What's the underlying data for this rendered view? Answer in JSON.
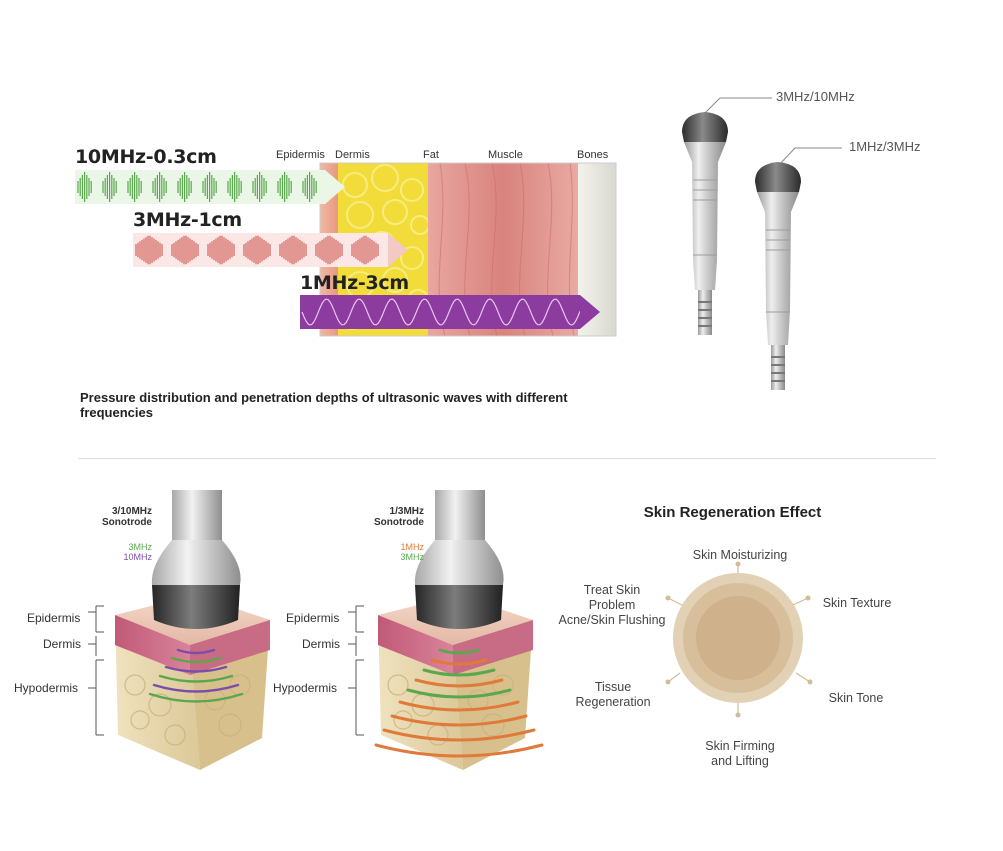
{
  "penetration": {
    "waves": [
      {
        "label": "10MHz-0.3cm",
        "color": "#5aa84e"
      },
      {
        "label": "3MHz-1cm",
        "color": "#c8463f"
      },
      {
        "label": "1MHz-3cm",
        "color": "#8c3b9e"
      }
    ],
    "layers": [
      "Epidermis",
      "Dermis",
      "Fat",
      "Muscle",
      "Bones"
    ],
    "caption": "Pressure distribution and penetration depths of ultrasonic waves with different frequencies"
  },
  "handpieces": {
    "callouts": [
      "3MHz/10MHz",
      "1MHz/3MHz"
    ]
  },
  "sonotrodes": [
    {
      "title_lines": [
        "3/10MHz",
        "Sonotrode"
      ],
      "freqs": [
        {
          "text": "3MHz",
          "color": "#5aa84e"
        },
        {
          "text": "10MHz",
          "color": "#7a4ea8"
        }
      ],
      "layers": [
        "Epidermis",
        "Dermis",
        "Hypodermis"
      ]
    },
    {
      "title_lines": [
        "1/3MHz",
        "Sonotrode"
      ],
      "freqs": [
        {
          "text": "1MHz",
          "color": "#e07a3a"
        },
        {
          "text": "3MHz",
          "color": "#5aa84e"
        }
      ],
      "layers": [
        "Epidermis",
        "Dermis",
        "Hypodermis"
      ]
    }
  ],
  "regeneration": {
    "title": "Skin Regeneration Effect",
    "effects": [
      {
        "lines": [
          "Skin Moisturizing"
        ]
      },
      {
        "lines": [
          "Skin Texture"
        ]
      },
      {
        "lines": [
          "Skin Tone"
        ]
      },
      {
        "lines": [
          "Skin Firming",
          "and Lifting"
        ]
      },
      {
        "lines": [
          "Tissue",
          "Regeneration"
        ]
      },
      {
        "lines": [
          "Treat Skin",
          "Problem",
          "Acne/Skin Flushing"
        ]
      }
    ]
  }
}
